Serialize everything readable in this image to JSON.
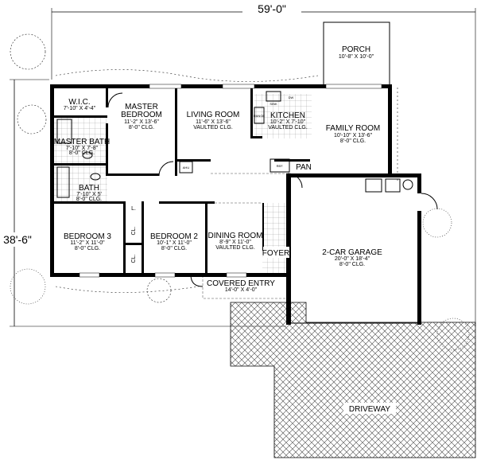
{
  "dimensions": {
    "width": "59'-0\"",
    "depth": "38'-6\""
  },
  "rooms": [
    {
      "name": "PORCH",
      "size": "10'-8\" X 10'-0\"",
      "ceiling": ""
    },
    {
      "name": "W.I.C.",
      "size": "7'-10\" X 4'-4\"",
      "ceiling": ""
    },
    {
      "name": "MASTER",
      "name2": "BEDROOM",
      "size": "11'-2\" X 13'-6\"",
      "ceiling": "8'-0\" CLG."
    },
    {
      "name": "LIVING ROOM",
      "size": "11'-6\" X 13'-6\"",
      "ceiling": "VAULTED CLG."
    },
    {
      "name": "KITCHEN",
      "size": "10'-2\" X 7'-10\"",
      "ceiling": "VAULTED CLG."
    },
    {
      "name": "FAMILY ROOM",
      "size": "10'-10\" X 13'-6\"",
      "ceiling": "8'-0\" CLG."
    },
    {
      "name": "MASTER BATH",
      "size": "7'-10\" X 7'-8\"",
      "ceiling": "8'-0\" CLG."
    },
    {
      "name": "BATH",
      "size": "7'-10\" X 5'",
      "ceiling": "8'-0\" CLG."
    },
    {
      "name": "BEDROOM 3",
      "size": "11'-2\" X 11'-0\"",
      "ceiling": "8'-0\" CLG."
    },
    {
      "name": "BEDROOM 2",
      "size": "10'-1\" X 11'-0\"",
      "ceiling": "8'-0\" CLG."
    },
    {
      "name": "DINING ROOM",
      "size": "8'-9\" X 11'-0\"",
      "ceiling": "VAULTED CLG."
    },
    {
      "name": "FOYER",
      "size": "",
      "ceiling": ""
    },
    {
      "name": "2-CAR GARAGE",
      "size": "20'-0\" X 18'-4\"",
      "ceiling": "8'-0\" CLG."
    },
    {
      "name": "COVERED ENTRY",
      "size": "14'-0\" X 4'-0\"",
      "ceiling": ""
    },
    {
      "name": "DRIVEWAY",
      "size": "",
      "ceiling": ""
    }
  ],
  "fixtures": {
    "pantry": "PAN",
    "closet": "CL.",
    "linen": "L.",
    "ref": "REF.",
    "ahu": "AHU",
    "sink": "SINK",
    "dw": "DW",
    "range": "RANGE"
  }
}
